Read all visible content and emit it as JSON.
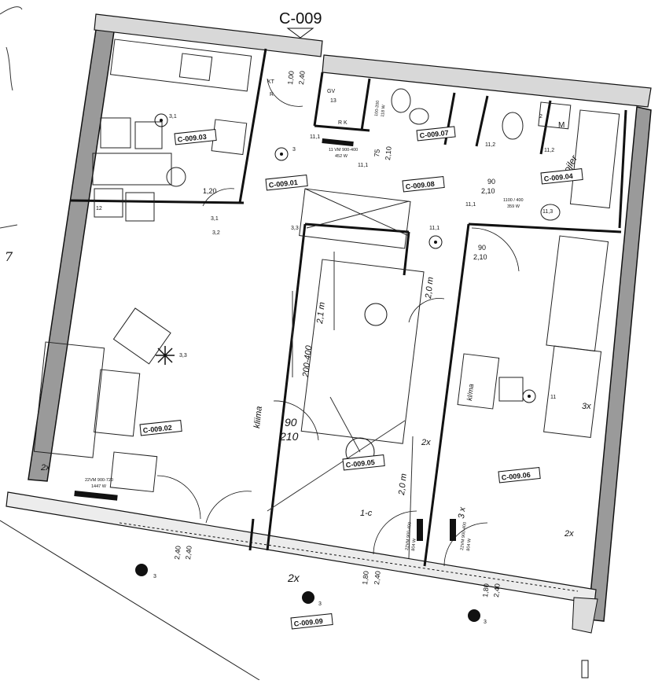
{
  "plan": {
    "title": "C-009",
    "rooms": [
      {
        "id": "r03",
        "label": "C-009.03"
      },
      {
        "id": "r01",
        "label": "C-009.01"
      },
      {
        "id": "r08",
        "label": "C-009.08"
      },
      {
        "id": "r07",
        "label": "C-009.07"
      },
      {
        "id": "r04",
        "label": "C-009.04"
      },
      {
        "id": "r02",
        "label": "C-009.02"
      },
      {
        "id": "r05",
        "label": "C-009.05"
      },
      {
        "id": "r06",
        "label": "C-009.06"
      },
      {
        "id": "r09",
        "label": "C-009.09"
      }
    ],
    "dimensions": {
      "d1": "1,00",
      "d2": "2,40",
      "d3": "75",
      "d4": "2,10",
      "d5": "90",
      "d6": "2,10",
      "d7": "90",
      "d8": "2,10",
      "d9": "2,40",
      "d10": "2,40",
      "d11": "1,80",
      "d12": "2,40",
      "d13": "1,80",
      "d14": "2,40",
      "d15": "1,20"
    },
    "radiators": {
      "rad1_a": "22VM 900-720",
      "rad1_b": "1447 W",
      "rad2_a": "11 VM 900-400",
      "rad2_b": "452 W",
      "rad3_a": "22VM 900-400",
      "rad3_b": "804 W",
      "rad4_a": "22VM 900-400",
      "rad4_b": "804 W",
      "rad5_a": "1100 / 400",
      "rad5_b": "359 W",
      "rad6_a": "100-200",
      "rad6_b": "118 W"
    },
    "symbols": {
      "kt": "KT",
      "r": "R",
      "rk": "R K",
      "gv": "GV",
      "m": "M",
      "n3_1": "3,1",
      "n3_2": "3,2",
      "n3_3": "3,3",
      "n11": "11",
      "n11_1": "11,1",
      "n11_2": "11,2",
      "n11_3": "11,3",
      "n12": "12",
      "n3": "3",
      "n2": "2",
      "n13": "13"
    },
    "notes": {
      "h1": "2,1 m",
      "h2": "200-400",
      "h3": "kliima",
      "h4": "90",
      "h5": "210",
      "h6": "2,0 m",
      "h7": "1-c",
      "h8": "2x",
      "h9": "2x",
      "h10": "bojler",
      "h11": "2x",
      "h12": "3x",
      "h13": "7",
      "h14": "2x",
      "h15": "kl/ma",
      "h16": "2,0 m",
      "h17": "3 x"
    }
  }
}
